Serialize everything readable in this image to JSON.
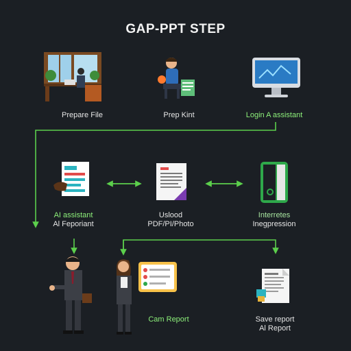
{
  "title": "GAP-PPT STEP",
  "steps_row1": [
    {
      "label": "Prepare File"
    },
    {
      "label": "Prep Kint"
    },
    {
      "label": "Login A assistant"
    }
  ],
  "steps_row2": [
    {
      "line1": "AI assistant",
      "line2": "Al Feporiant"
    },
    {
      "line1": "Uslood",
      "line2": "PDF/PI/Photo"
    },
    {
      "line1": "Interretes",
      "line2": "Inegpression"
    }
  ],
  "steps_row3": [
    {
      "line1": "Cam Report"
    },
    {
      "line1": "Save report",
      "line2": "Al Report"
    }
  ],
  "colors": {
    "background": "#1b1f24",
    "flow": "#5ccf4c",
    "accent": "#ff7a2e"
  }
}
